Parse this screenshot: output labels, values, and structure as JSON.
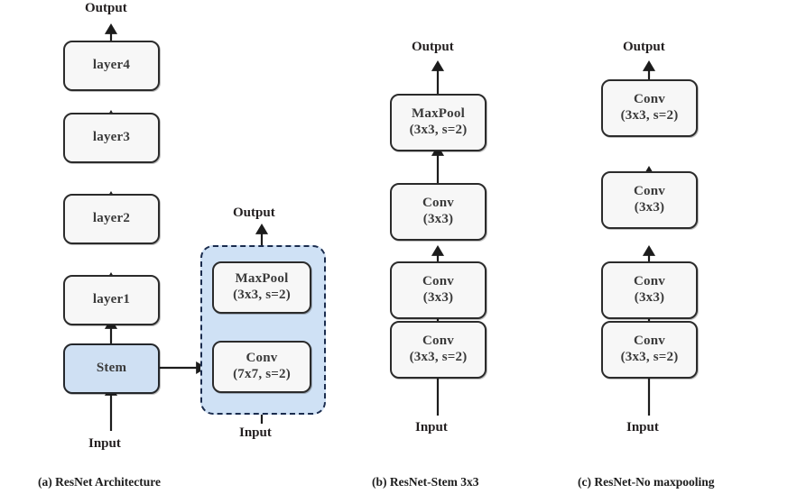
{
  "figure": {
    "background": "#ffffff",
    "box_fill": "#f7f7f7",
    "box_stroke": "#2b2b2b",
    "highlight_fill": "#cfe0f3",
    "panel_fill": "#cfe1f5",
    "panel_stroke": "#1a2c4e",
    "arrow_color": "#1c1c1c"
  },
  "panels": [
    {
      "id": "a",
      "caption": "(a) ResNet Architecture",
      "output_label": "Output",
      "input_label": "Input",
      "blocks": [
        {
          "l1": "layer4",
          "l2": ""
        },
        {
          "l1": "layer3",
          "l2": ""
        },
        {
          "l1": "layer2",
          "l2": ""
        },
        {
          "l1": "layer1",
          "l2": ""
        },
        {
          "l1": "Stem",
          "l2": ""
        }
      ],
      "detail": {
        "output_label": "Output",
        "input_label": "Input",
        "blocks": [
          {
            "l1": "MaxPool",
            "l2": "(3x3, s=2)"
          },
          {
            "l1": "Conv",
            "l2": "(7x7, s=2)"
          }
        ]
      }
    },
    {
      "id": "b",
      "caption": "(b) ResNet-Stem 3x3",
      "output_label": "Output",
      "input_label": "Input",
      "blocks": [
        {
          "l1": "MaxPool",
          "l2": "(3x3, s=2)"
        },
        {
          "l1": "Conv",
          "l2": "(3x3)"
        },
        {
          "l1": "Conv",
          "l2": "(3x3)"
        },
        {
          "l1": "Conv",
          "l2": "(3x3, s=2)"
        }
      ]
    },
    {
      "id": "c",
      "caption": "(c) ResNet-No maxpooling",
      "output_label": "Output",
      "input_label": "Input",
      "blocks": [
        {
          "l1": "Conv",
          "l2": "(3x3, s=2)"
        },
        {
          "l1": "Conv",
          "l2": "(3x3)"
        },
        {
          "l1": "Conv",
          "l2": "(3x3)"
        },
        {
          "l1": "Conv",
          "l2": "(3x3, s=2)"
        }
      ]
    }
  ]
}
